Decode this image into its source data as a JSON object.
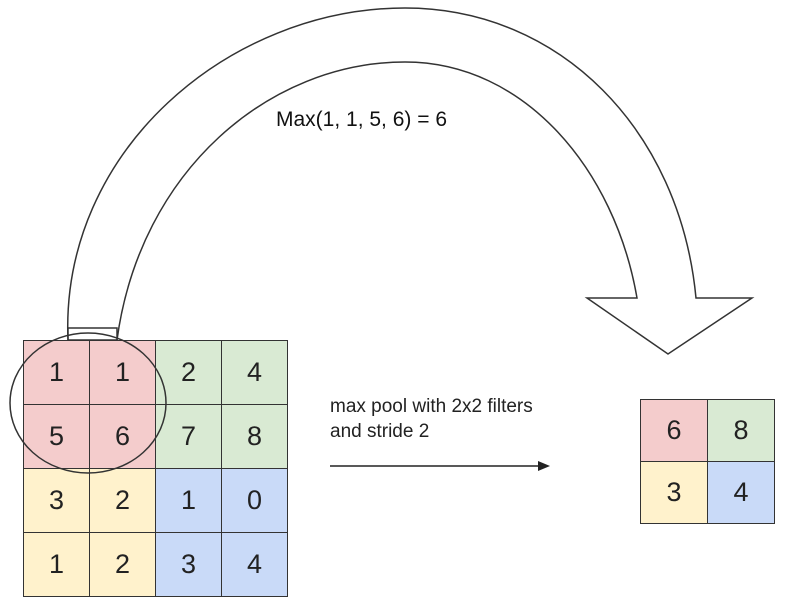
{
  "formula": "Max(1, 1, 5, 6) = 6",
  "caption": {
    "line1": "max pool with 2x2 filters",
    "line2": "and stride 2"
  },
  "colors": {
    "red": "#f4cccc",
    "green": "#d9ead3",
    "yellow": "#fff2cc",
    "blue": "#c9daf8",
    "line": "#333333"
  },
  "input_grid": [
    [
      {
        "value": "1",
        "color": "red"
      },
      {
        "value": "1",
        "color": "red"
      },
      {
        "value": "2",
        "color": "green"
      },
      {
        "value": "4",
        "color": "green"
      }
    ],
    [
      {
        "value": "5",
        "color": "red"
      },
      {
        "value": "6",
        "color": "red"
      },
      {
        "value": "7",
        "color": "green"
      },
      {
        "value": "8",
        "color": "green"
      }
    ],
    [
      {
        "value": "3",
        "color": "yellow"
      },
      {
        "value": "2",
        "color": "yellow"
      },
      {
        "value": "1",
        "color": "blue"
      },
      {
        "value": "0",
        "color": "blue"
      }
    ],
    [
      {
        "value": "1",
        "color": "yellow"
      },
      {
        "value": "2",
        "color": "yellow"
      },
      {
        "value": "3",
        "color": "blue"
      },
      {
        "value": "4",
        "color": "blue"
      }
    ]
  ],
  "output_grid": [
    [
      {
        "value": "6",
        "color": "red"
      },
      {
        "value": "8",
        "color": "green"
      }
    ],
    [
      {
        "value": "3",
        "color": "yellow"
      },
      {
        "value": "4",
        "color": "blue"
      }
    ]
  ]
}
